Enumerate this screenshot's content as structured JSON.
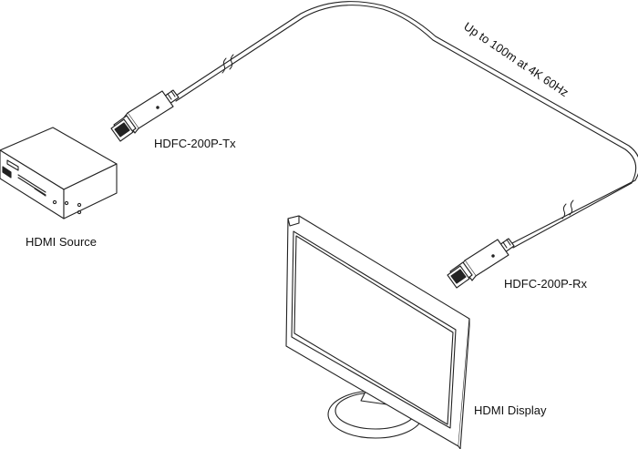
{
  "labels": {
    "source": "HDMI Source",
    "transmitter": "HDFC-200P-Tx",
    "receiver": "HDFC-200P-Rx",
    "display": "HDMI Display",
    "cable": "Up to 100m at 4K 60Hz"
  },
  "colors": {
    "line": "#222222",
    "fill": "#ffffff",
    "shade": "#e6e6e6"
  }
}
